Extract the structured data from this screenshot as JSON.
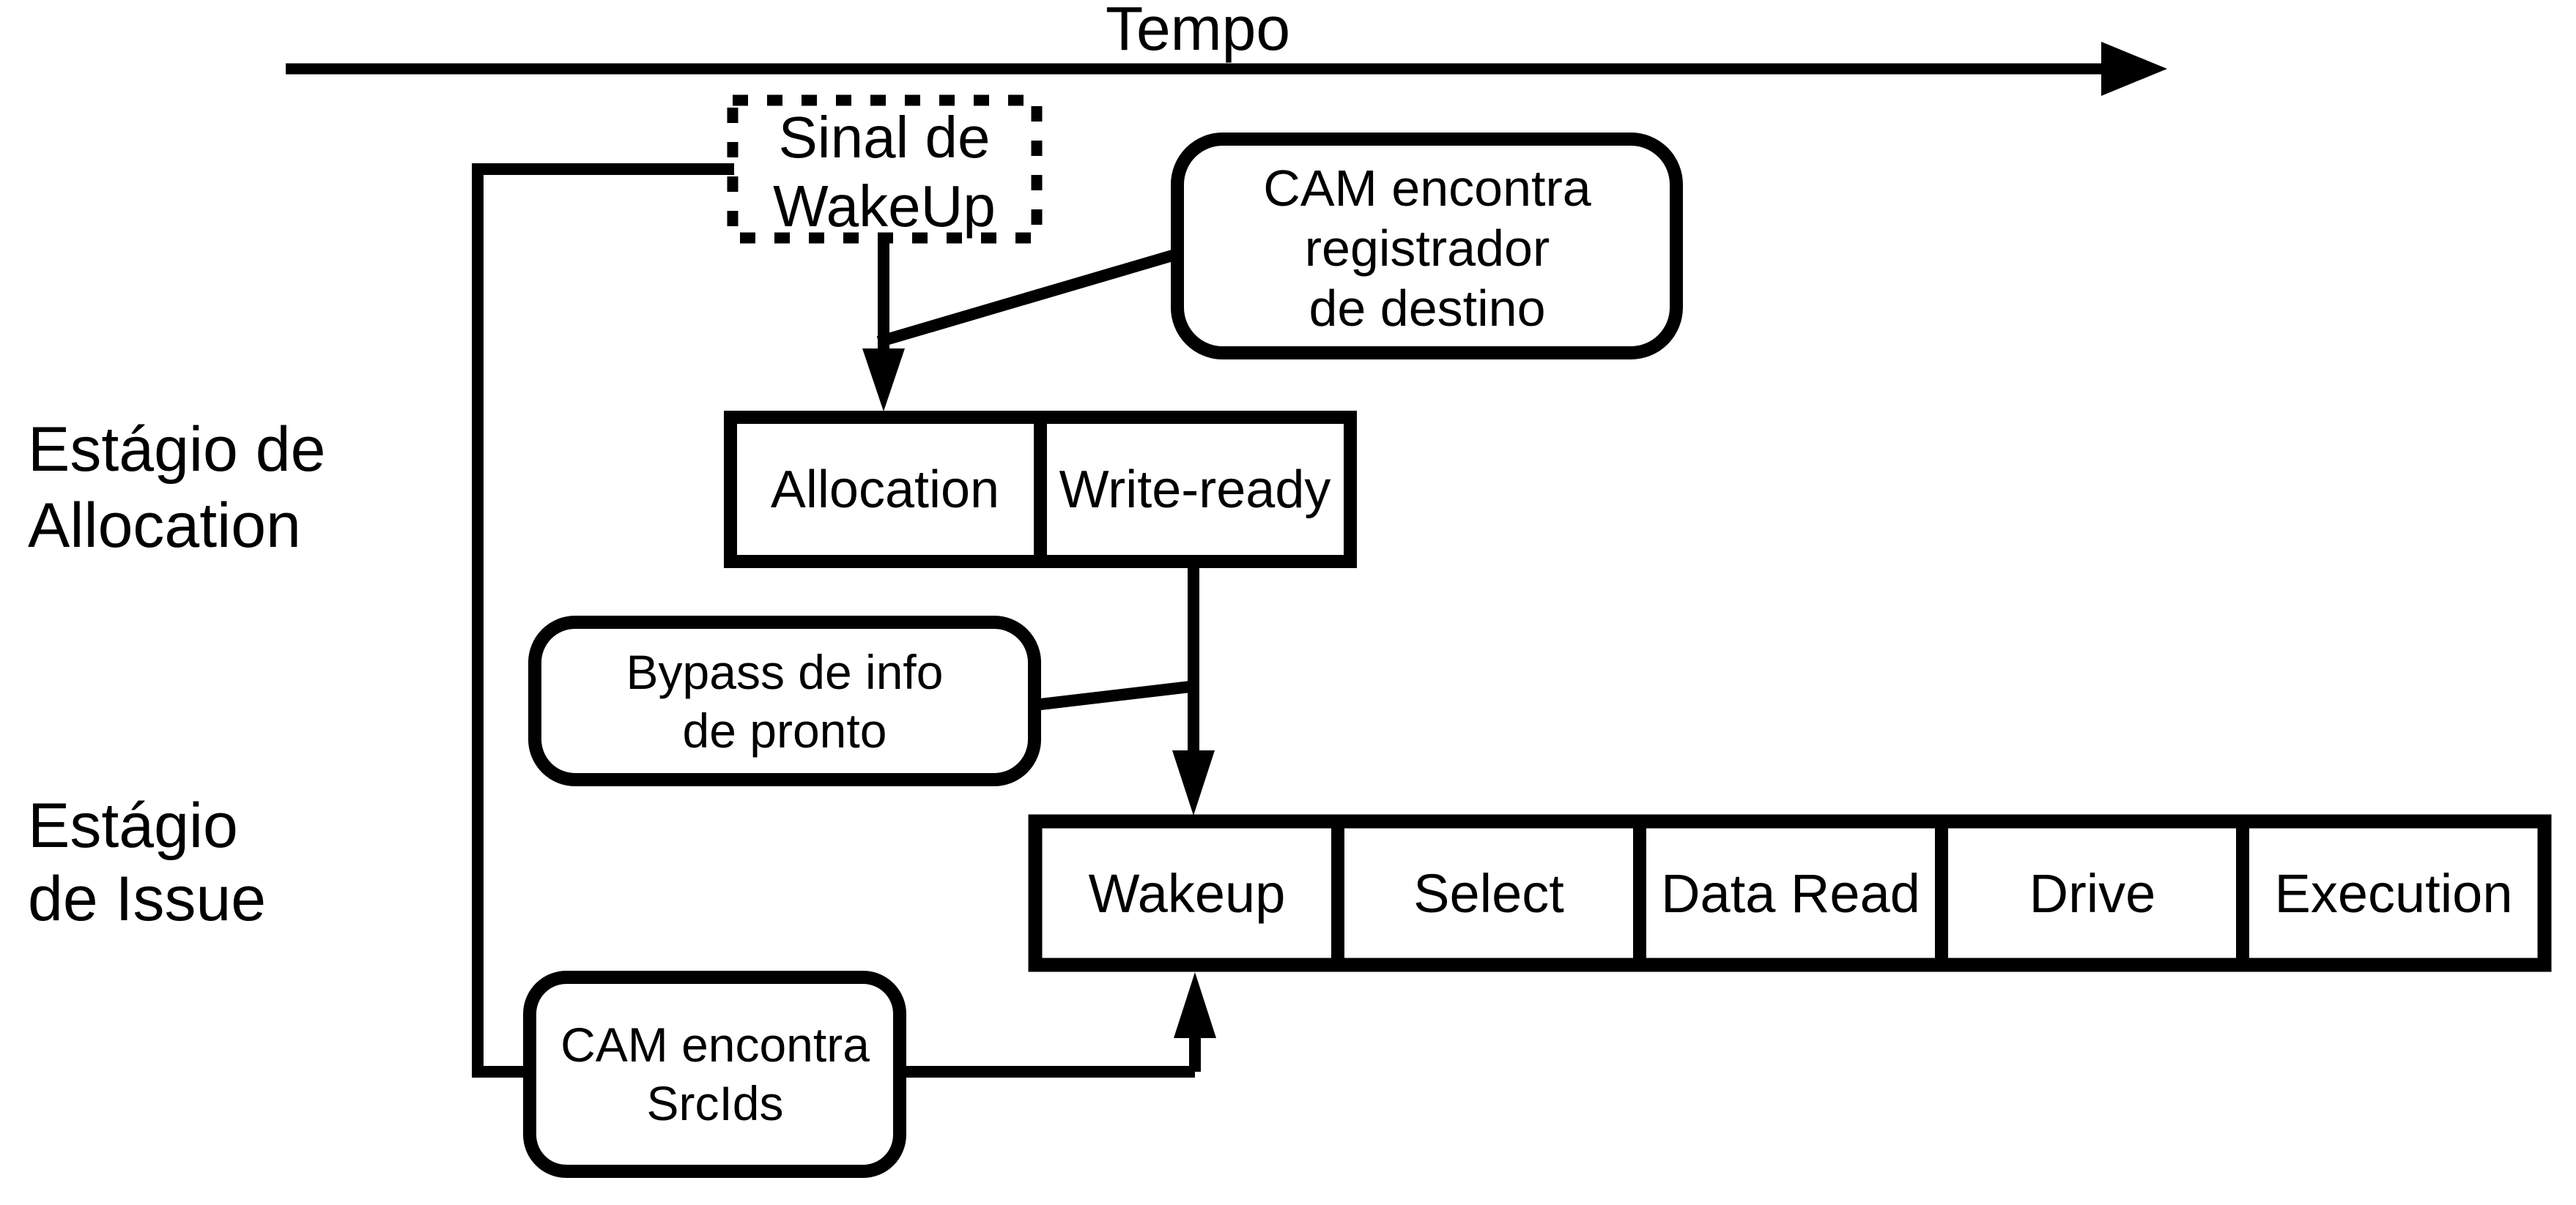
{
  "tempo": {
    "label": "Tempo"
  },
  "stage_labels": {
    "allocation_stage": {
      "lines": [
        "Estágio de",
        "Allocation"
      ]
    },
    "issue_stage": {
      "lines": [
        "Estágio",
        "de Issue"
      ]
    }
  },
  "boxes": {
    "wakeup_signal": {
      "lines": [
        "Sinal de",
        "WakeUp"
      ],
      "style": "dotted"
    },
    "cam_dest": {
      "lines": [
        "CAM encontra",
        "registrador",
        "de destino"
      ],
      "style": "rounded"
    },
    "bypass": {
      "lines": [
        "Bypass de info",
        "de pronto"
      ],
      "style": "rounded"
    },
    "cam_src": {
      "lines": [
        "CAM encontra",
        "SrcIds"
      ],
      "style": "rounded"
    }
  },
  "allocation_row": {
    "cells": [
      "Allocation",
      "Write-ready"
    ]
  },
  "issue_row": {
    "cells": [
      "Wakeup",
      "Select",
      "Data Read",
      "Drive",
      "Execution"
    ]
  },
  "colors": {
    "ink": "#000000",
    "background": "#ffffff"
  }
}
